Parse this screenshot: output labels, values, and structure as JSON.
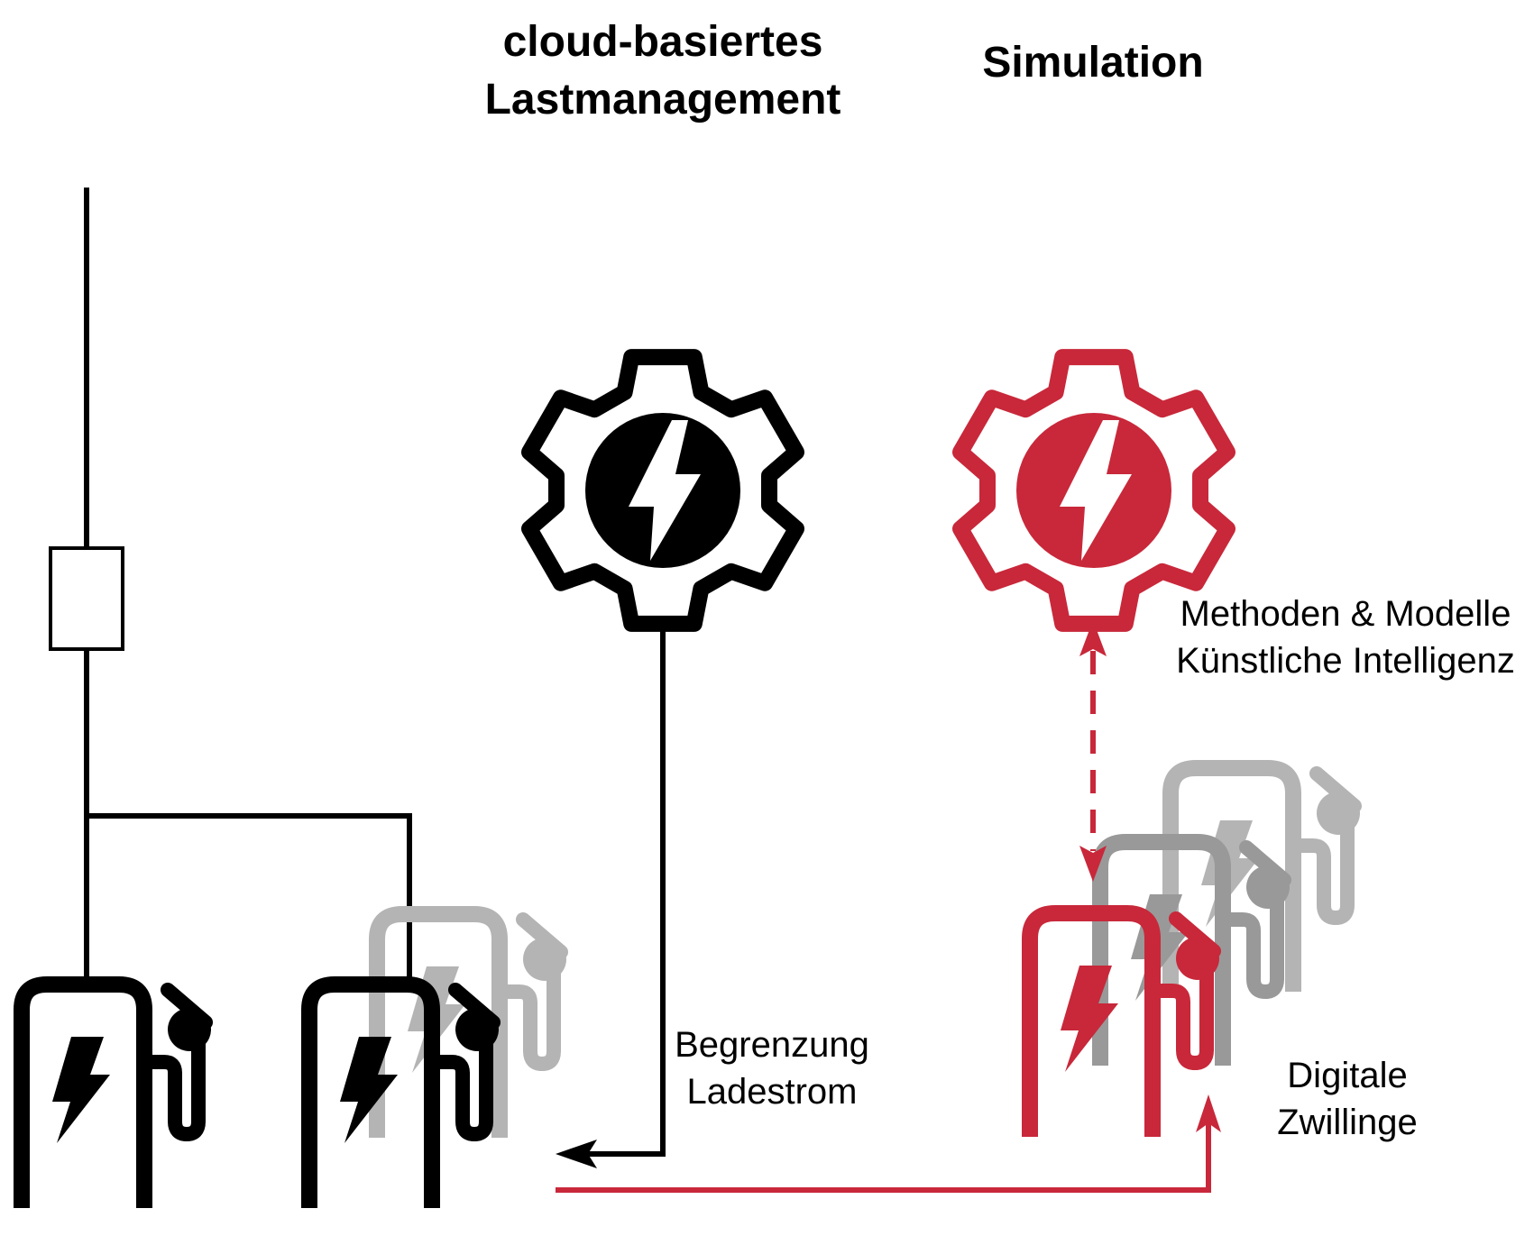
{
  "titles": {
    "cloud_line1": "cloud-basiertes",
    "cloud_line2": "Lastmanagement",
    "simulation": "Simulation"
  },
  "labels": {
    "begrenzung_line1": "Begrenzung",
    "begrenzung_line2": "Ladestrom",
    "methoden_line1": "Methoden & Modelle",
    "methoden_line2": "Künstliche Intelligenz",
    "digitale_line1": "Digitale",
    "digitale_line2": "Zwillinge"
  },
  "icons": {
    "cloud_gear": "gear-lightning-icon",
    "sim_gear": "gear-lightning-icon",
    "charger": "ev-charger-icon",
    "fuse": "fuse-icon"
  },
  "colors": {
    "black": "#000000",
    "red": "#c8283a",
    "gray": "#b4b4b4",
    "gray_dark": "#999999"
  }
}
